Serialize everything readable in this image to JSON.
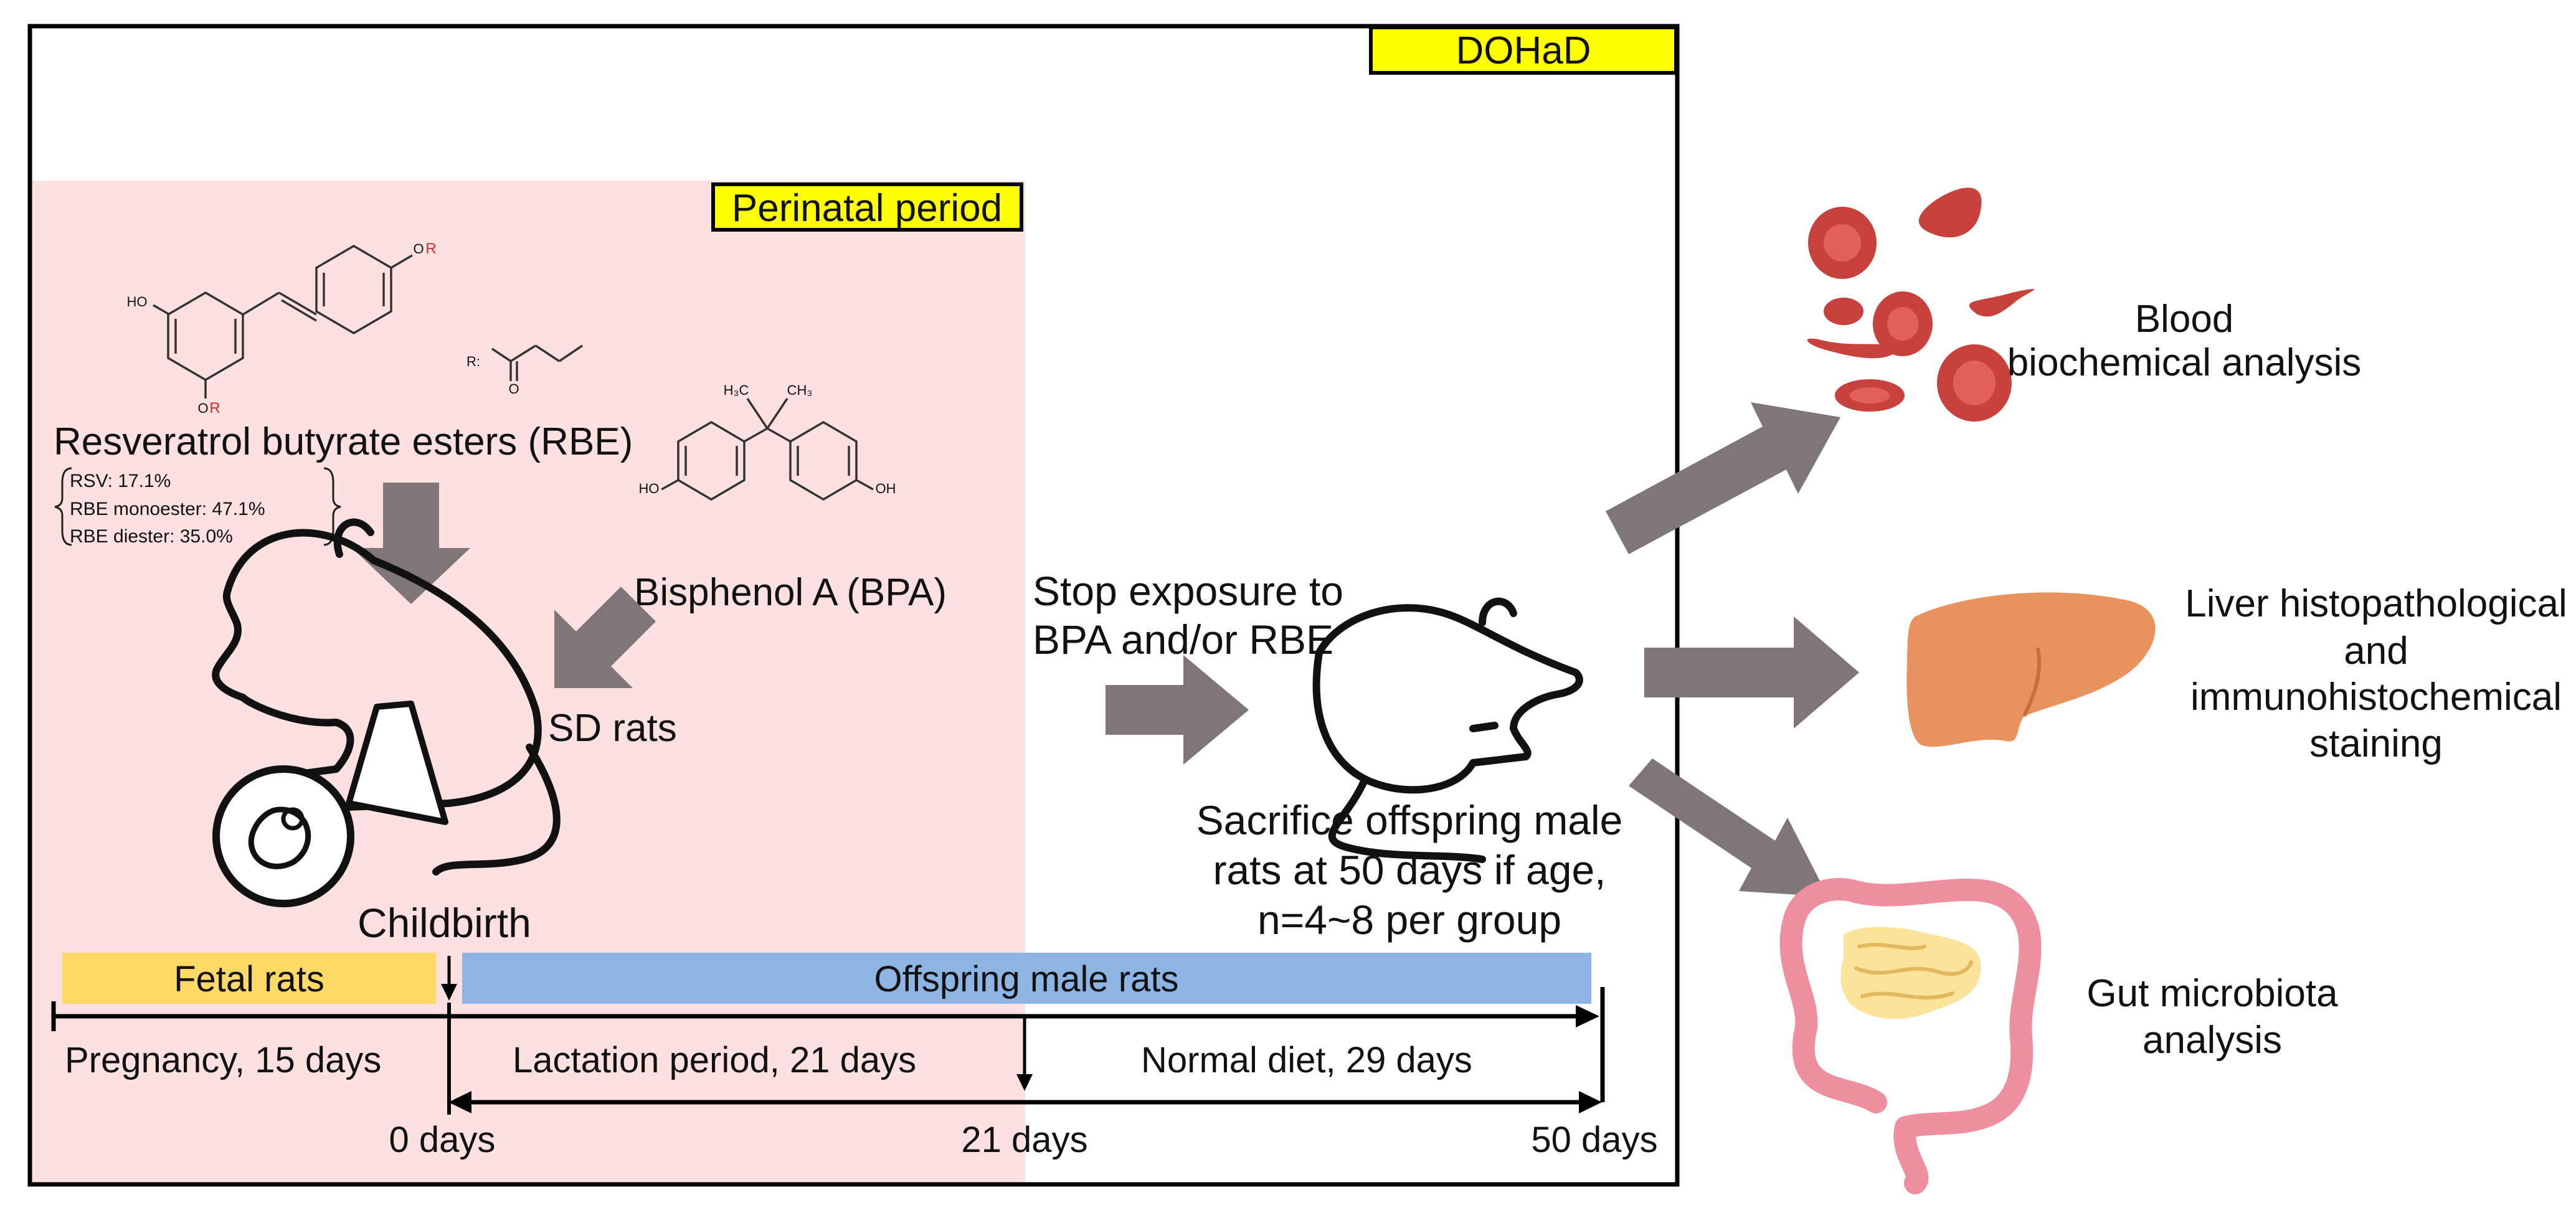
{
  "badges": {
    "dohad": "DOHaD",
    "perinatal": "Perinatal period"
  },
  "chemistry": {
    "hydroxyl_top": "HO",
    "hydroxyl_bottom": "O",
    "r_top": "R",
    "r_bottom": "R",
    "r_group_label": "R:",
    "carbonyl_o": "O",
    "bpa_h3c": "H₃C",
    "bpa_ch3": "CH₃",
    "bpa_ho_left": "HO",
    "bpa_oh_right": "OH"
  },
  "rbe": {
    "title": "Resveratrol butyrate esters (RBE)",
    "composition": [
      "RSV: 17.1%",
      "RBE monoester: 47.1%",
      "RBE diester: 35.0%"
    ]
  },
  "bpa": {
    "title": "Bisphenol A (BPA)"
  },
  "dam": {
    "label": "SD rats"
  },
  "childbirth": {
    "label": "Childbirth"
  },
  "stop_exposure": {
    "line1": "Stop exposure to",
    "line2": "BPA and/or RBE"
  },
  "sacrifice": {
    "line1": "Sacrifice offspring male",
    "line2": "rats at 50 days if age,",
    "line3": "n=4~8 per group"
  },
  "timeline": {
    "fetal_bar": "Fetal rats",
    "offspring_bar": "Offspring male rats",
    "pregnancy": "Pregnancy, 15 days",
    "lactation": "Lactation period, 21 days",
    "normal_diet": "Normal diet, 29 days",
    "day0": "0 days",
    "day21": "21 days",
    "day50": "50 days"
  },
  "outcomes": [
    {
      "line1": "Blood",
      "line2": "biochemical analysis"
    },
    {
      "line1": "Liver histopathological",
      "line2": "and",
      "line3": "immunohistochemical",
      "line4": "staining"
    },
    {
      "line1": "Gut microbiota",
      "line2": "analysis"
    }
  ],
  "colors": {
    "perinatal_bg": "#fde0e0",
    "badge_yellow": "#ffff00",
    "fetal_bar": "#ffd966",
    "offspring_bar": "#8eb4e3",
    "arrow_gray": "#7f7677",
    "blood_cell": "#c8423d",
    "liver": "#e8925e",
    "gut": "#ee8fa0",
    "small_intestine": "#fbe39c"
  }
}
